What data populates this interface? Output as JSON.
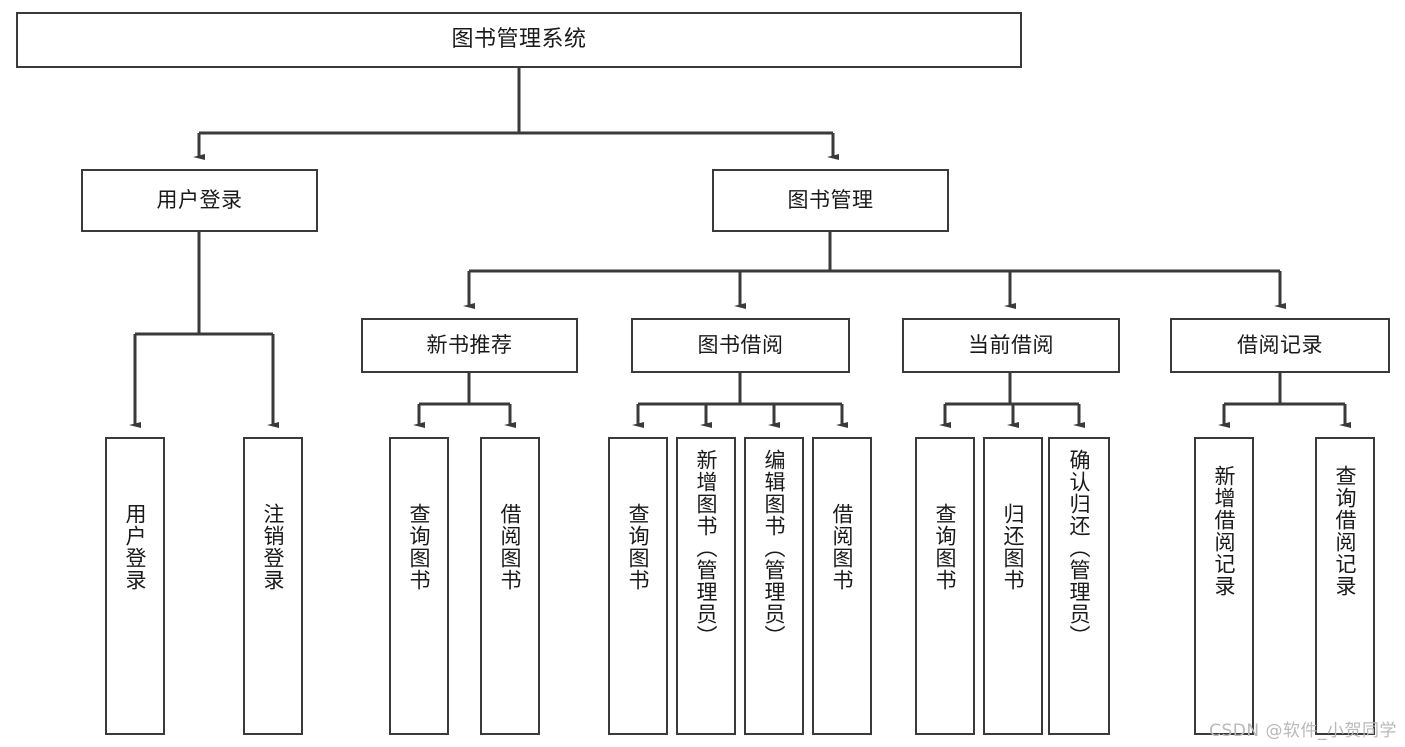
{
  "diagram": {
    "type": "tree",
    "title": "图书管理系统",
    "watermark": "CSDN @软件_小贺同学",
    "colors": {
      "box_border": "#3a3a3a",
      "box_fill": "#ffffff",
      "edge": "#3a3a3a",
      "text": "#1a1a1a",
      "watermark": "#b9b9b9"
    },
    "nodes": {
      "root": {
        "label": "图书管理系统"
      },
      "level2": [
        {
          "id": "user-login",
          "label": "用户登录"
        },
        {
          "id": "book-manage",
          "label": "图书管理"
        }
      ],
      "level3": [
        {
          "id": "new-book-recommend",
          "label": "新书推荐"
        },
        {
          "id": "book-borrow",
          "label": "图书借阅"
        },
        {
          "id": "current-borrow",
          "label": "当前借阅"
        },
        {
          "id": "borrow-record",
          "label": "借阅记录"
        }
      ],
      "leaves": {
        "user_login": [
          {
            "id": "leaf-user-login",
            "label": "用户登录"
          },
          {
            "id": "leaf-logout-login",
            "label": "注销登录"
          }
        ],
        "new_book_recommend": [
          {
            "id": "leaf-query-book-1",
            "label": "查询图书"
          },
          {
            "id": "leaf-borrow-book-1",
            "label": "借阅图书"
          }
        ],
        "book_borrow": [
          {
            "id": "leaf-query-book-2",
            "label": "查询图书"
          },
          {
            "id": "leaf-add-book",
            "label": "新增图书（管理员）"
          },
          {
            "id": "leaf-edit-book",
            "label": "编辑图书（管理员）"
          },
          {
            "id": "leaf-borrow-book-2",
            "label": "借阅图书"
          }
        ],
        "current_borrow": [
          {
            "id": "leaf-query-book-3",
            "label": "查询图书"
          },
          {
            "id": "leaf-return-book",
            "label": "归还图书"
          },
          {
            "id": "leaf-confirm-return",
            "label": "确认归还（管理员）"
          }
        ],
        "borrow_record": [
          {
            "id": "leaf-add-record",
            "label": "新增借阅记录"
          },
          {
            "id": "leaf-query-record",
            "label": "查询借阅记录"
          }
        ]
      }
    }
  }
}
